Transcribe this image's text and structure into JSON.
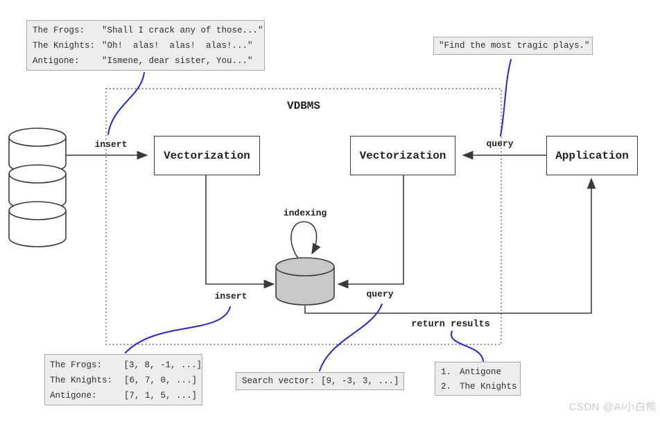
{
  "title": "VDBMS",
  "nodes": {
    "vectorization_left": "Vectorization",
    "vectorization_right": "Vectorization",
    "application": "Application"
  },
  "labels": {
    "insert_top": "insert",
    "query_top": "query",
    "insert_bottom": "insert",
    "query_bottom": "query",
    "indexing": "indexing",
    "return_results": "return results"
  },
  "documents_box": {
    "rows": [
      {
        "name": "The Frogs:",
        "text": "\"Shall I crack any of those...\""
      },
      {
        "name": "The Knights:",
        "text": "\"Oh!  alas!  alas!  alas!...\""
      },
      {
        "name": "Antigone:",
        "text": "\"Ismene, dear sister, You...\""
      }
    ]
  },
  "query_box": {
    "text": "\"Find the most tragic plays.\""
  },
  "vectors_box": {
    "rows": [
      {
        "name": "The Frogs:",
        "vector": "[3, 8, -1, ...]"
      },
      {
        "name": "The Knights:",
        "vector": "[6, 7, 0, ...]"
      },
      {
        "name": "Antigone:",
        "vector": "[7, 1, 5, ...]"
      }
    ]
  },
  "search_vector_box": {
    "label": "Search vector:",
    "vector": "[9, -3, 3, ...]"
  },
  "results_box": {
    "items": [
      {
        "rank": "1.",
        "name": "Antigone"
      },
      {
        "rank": "2.",
        "name": "The Knights"
      }
    ]
  },
  "watermark": "CSDN @AI小白熊",
  "colors": {
    "line": "#3a3a3a",
    "blue": "#2424e6",
    "box_bg": "#ededed",
    "cylinder_fill": "#c9c9c9"
  }
}
